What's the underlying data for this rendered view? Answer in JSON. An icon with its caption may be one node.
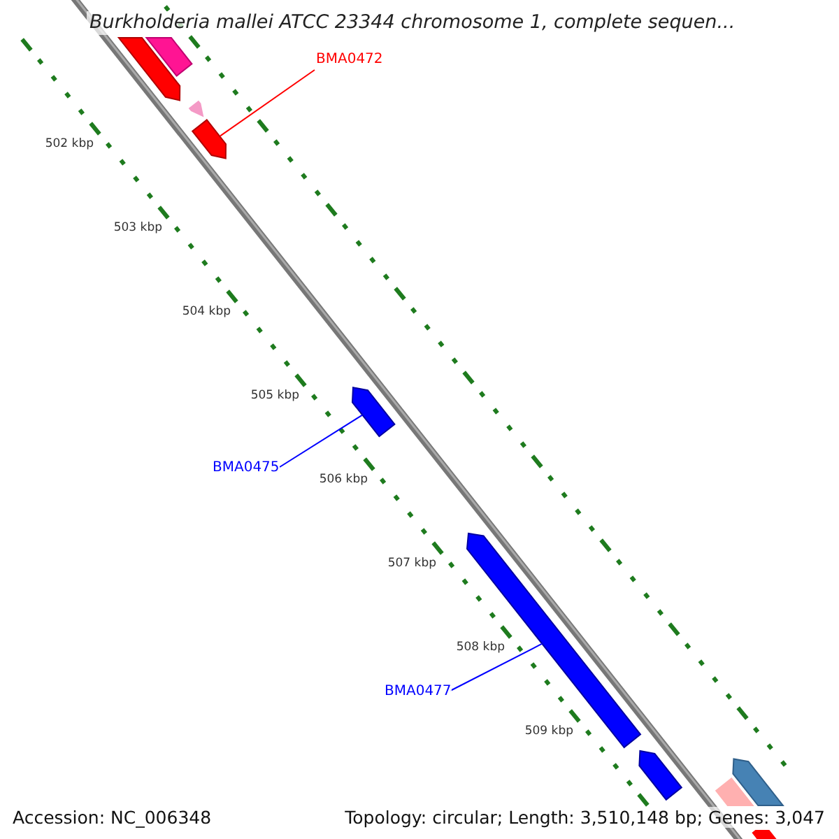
{
  "diagram": {
    "title": "Burkholderia mallei ATCC 23344 chromosome 1, complete sequen...",
    "nodes": [
      {
        "text": [],
        "shape": "bar"
      },
      {
        "text": [],
        "shape": "bar"
      },
      {
        "text": [],
        "shape": "bar"
      },
      {
        "text": [
          "BMA0472"
        ]
      },
      {
        "text": [],
        "shape": "bar"
      },
      {
        "text": [
          "BMA0475"
        ]
      },
      {
        "text": [],
        "shape": "bar"
      },
      {
        "text": [
          "BMA0477"
        ]
      },
      {
        "text": [],
        "shape": "bar"
      },
      {
        "text": [],
        "shape": "bar"
      },
      {
        "text": [],
        "shape": "bar"
      },
      {
        "text": [],
        "shape": "bar"
      },
      {
        "text": [],
        "shape": "bar"
      }
    ],
    "edges": [
      {
        "from": 3,
        "to": 4,
        "arrow": "none",
        "color": "#ff0000"
      },
      {
        "from": 5,
        "to": 6,
        "arrow": "none"
      },
      {
        "from": 7,
        "to": 8,
        "arrow": "none"
      }
    ],
    "labels": [
      "502 kbp",
      "503 kbp",
      "504 kbp",
      "505 kbp",
      "506 kbp",
      "507 kbp",
      "508 kbp",
      "509 kbp",
      "Accession: NC_006348",
      "Topology: circular; Length: 3,510,148 bp; Genes: 3,047"
    ]
  }
}
